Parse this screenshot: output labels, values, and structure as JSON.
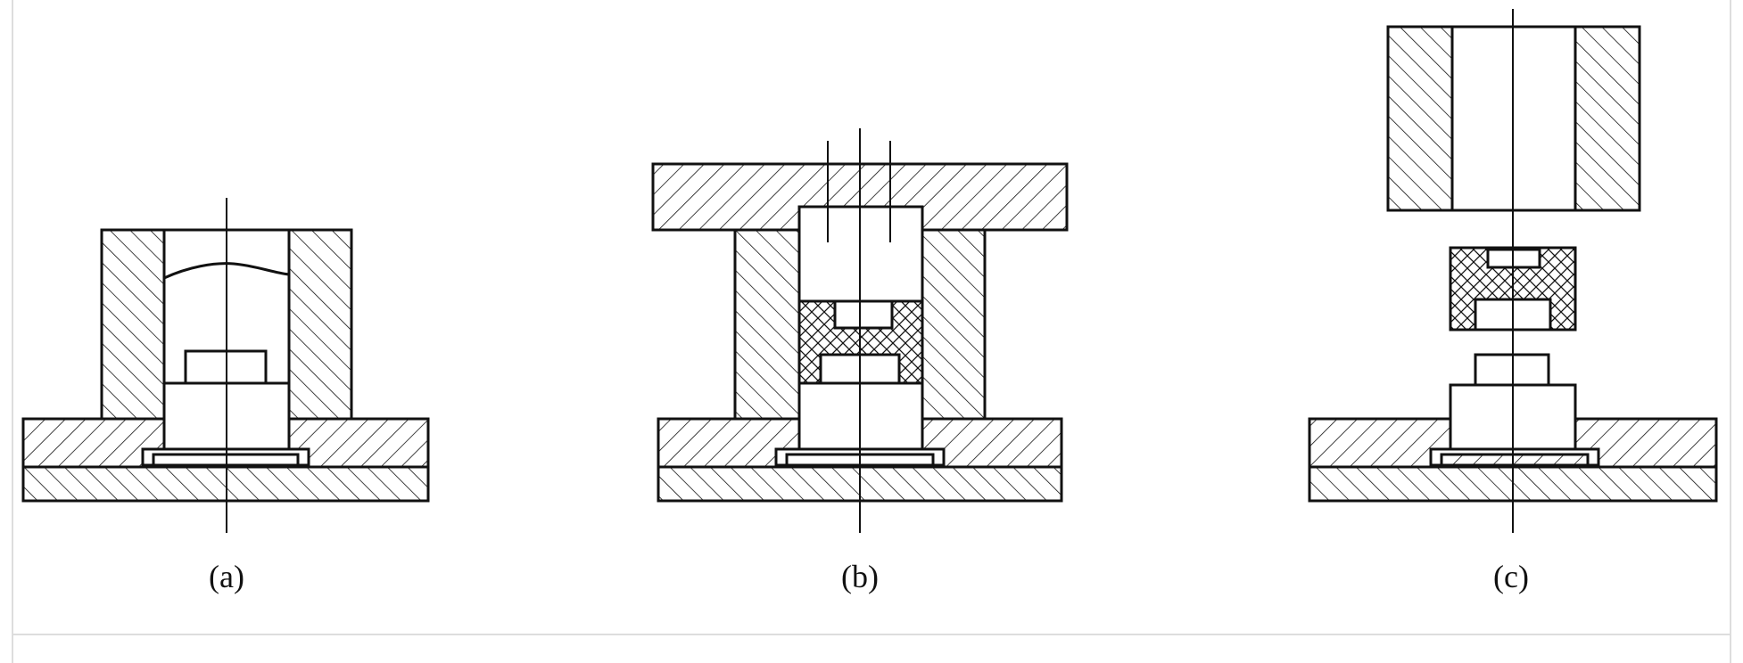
{
  "figure": {
    "panels": [
      {
        "id": "a",
        "caption": "(a)"
      },
      {
        "id": "b",
        "caption": "(b)"
      },
      {
        "id": "c",
        "caption": "(c)"
      }
    ]
  },
  "colors": {
    "line": "#111111",
    "background": "#ffffff",
    "frame": "#dddddd"
  }
}
